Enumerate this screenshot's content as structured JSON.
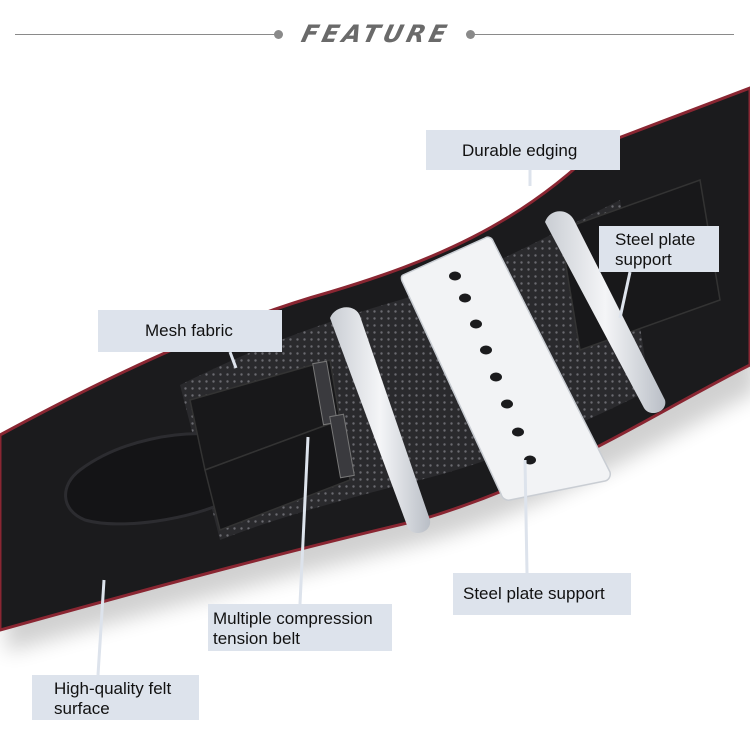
{
  "header": {
    "title": "FEATURE"
  },
  "labels": {
    "durable_edging": "Durable edging",
    "steel_plate_support_top": [
      "Steel plate",
      "support"
    ],
    "mesh_fabric": "Mesh fabric",
    "steel_plate_support_bottom": "Steel plate support",
    "multiple_compression": [
      "Multiple compression",
      "tension belt"
    ],
    "felt_surface": [
      "High-quality felt",
      "surface"
    ]
  },
  "colors": {
    "belt": "#1b1b1d",
    "edging": "#8a2632",
    "label_bg": "#dde3ec",
    "plate": "#eef0f3"
  }
}
